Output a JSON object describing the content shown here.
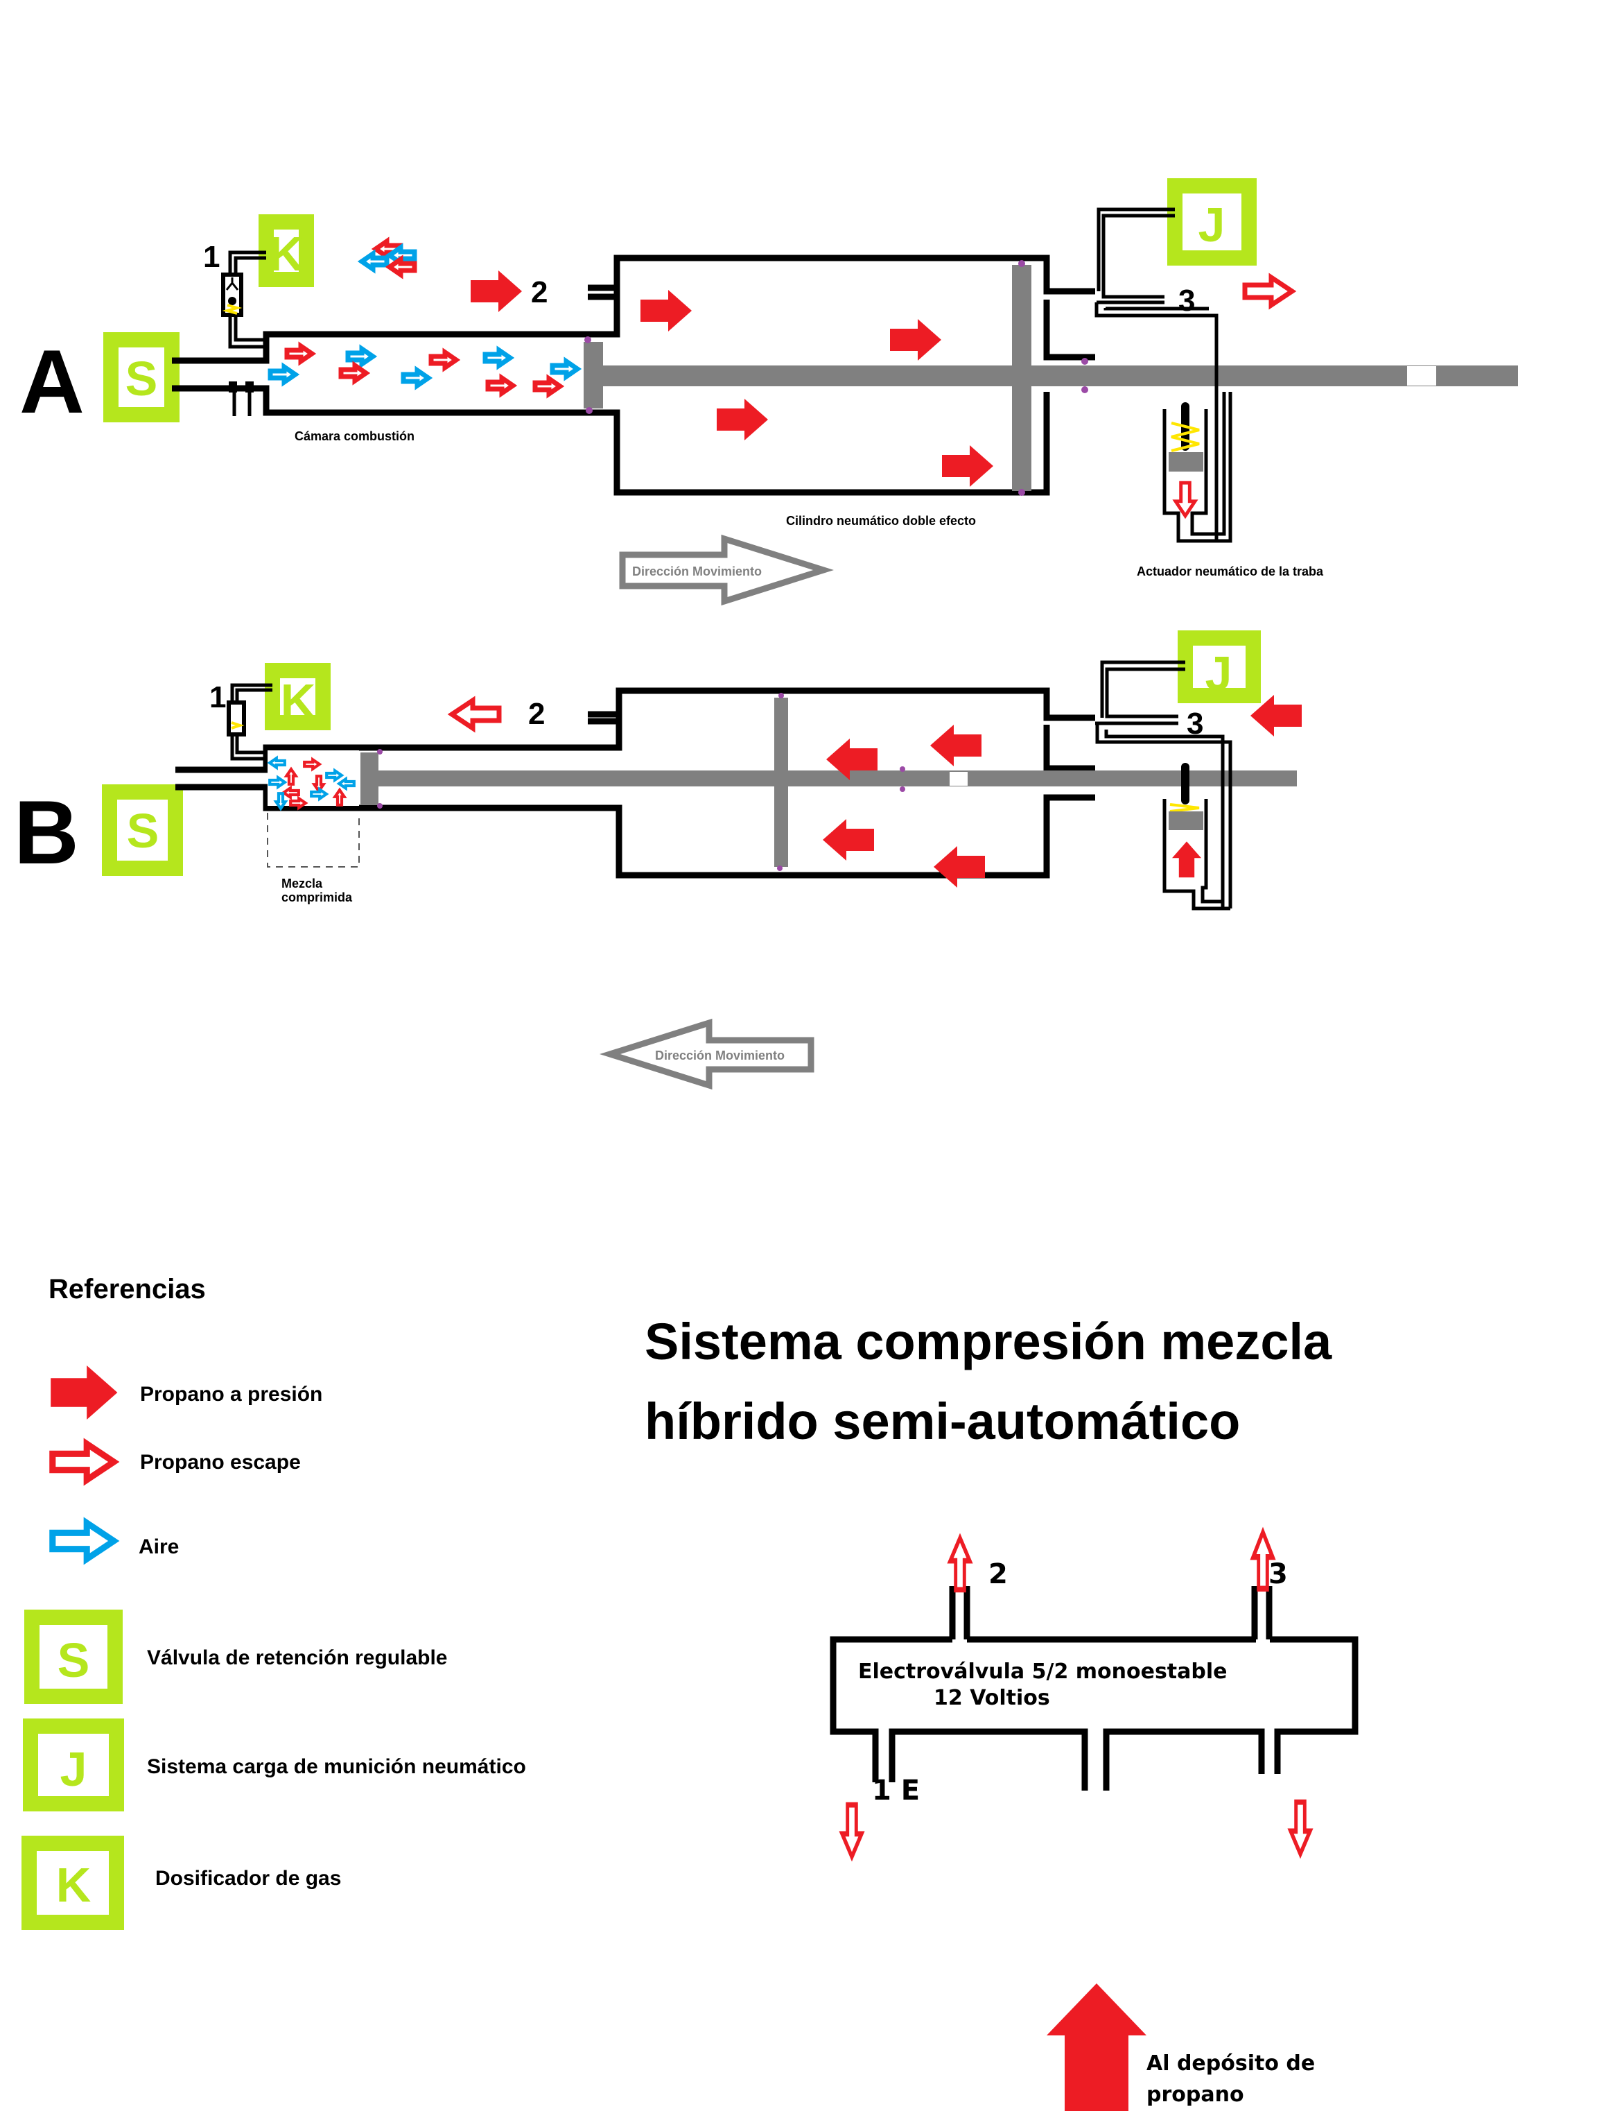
{
  "title": {
    "line1": "Sistema compresión mezcla",
    "line2": "híbrido semi-automático"
  },
  "diagram_a": {
    "label": "A",
    "box_s": "S",
    "box_k": "K",
    "box_j": "J",
    "port_1": "1",
    "port_2": "2",
    "port_3": "3",
    "chamber_label": "Cámara combustión",
    "cylinder_label": "Cilindro neumático doble efecto",
    "actuator_label": "Actuador neumático de la traba",
    "direction_label": "Dirección Movimiento",
    "direction": "right"
  },
  "diagram_b": {
    "label": "B",
    "box_s": "S",
    "box_k": "K",
    "box_j": "J",
    "port_1": "1",
    "port_2": "2",
    "port_3": "3",
    "mixture_label_1": "Mezcla",
    "mixture_label_2": "comprimida",
    "direction_label": "Dirección Movimiento",
    "direction": "left"
  },
  "legend": {
    "heading": "Referencias",
    "items": [
      {
        "icon": "solid-red-arrow-icon",
        "label": "Propano a presión"
      },
      {
        "icon": "outline-red-arrow-icon",
        "label": "Propano escape"
      },
      {
        "icon": "outline-blue-arrow-icon",
        "label": "Aire"
      },
      {
        "icon": "box-s-icon",
        "letter": "S",
        "label": "Válvula de retención regulable"
      },
      {
        "icon": "box-j-icon",
        "letter": "J",
        "label": "Sistema carga de munición  neumático"
      },
      {
        "icon": "box-k-icon",
        "letter": "K",
        "label": "Dosificador de gas"
      }
    ]
  },
  "valve": {
    "line1": "Electroválvula 5/2 monoestable",
    "line2": "12 Voltios",
    "port_2": "2",
    "port_3": "3",
    "port_1e": "1 E",
    "supply_label_1": "Al depósito de",
    "supply_label_2": "propano"
  },
  "colors": {
    "propane_pressure": "#ed1c24",
    "air": "#00a2e8",
    "component_box": "#b5e61d",
    "rod": "#808080",
    "seal": "#9b4aa6"
  }
}
